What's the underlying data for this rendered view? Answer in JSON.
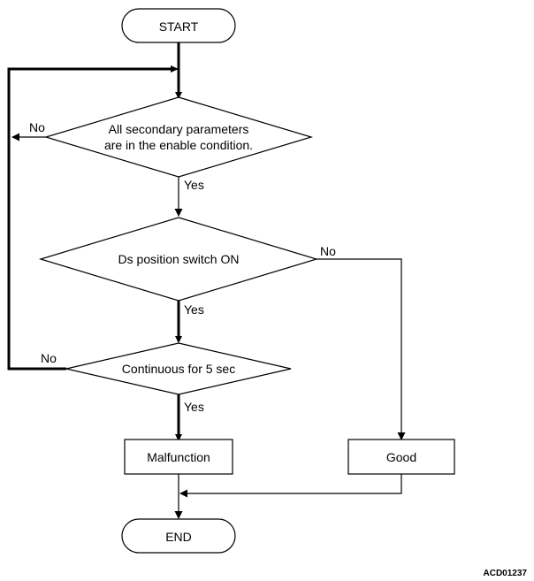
{
  "nodes": {
    "start": "START",
    "decision_params": [
      "All secondary parameters",
      "are in the enable condition."
    ],
    "decision_ds": "Ds position switch ON",
    "decision_continuous": "Continuous for 5 sec",
    "malfunction": "Malfunction",
    "good": "Good",
    "end": "END"
  },
  "edges": {
    "params_no": "No",
    "params_yes": "Yes",
    "ds_no": "No",
    "ds_yes": "Yes",
    "continuous_no": "No",
    "continuous_yes": "Yes"
  },
  "figure_code": "ACD01237"
}
